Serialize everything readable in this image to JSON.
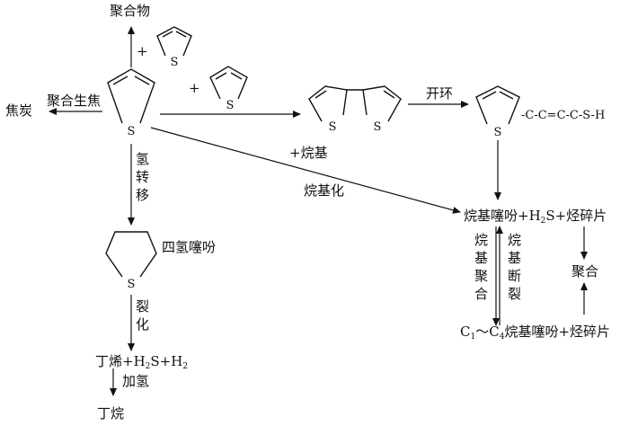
{
  "colors": {
    "ink": "#111111",
    "background": "#ffffff"
  },
  "atoms": {
    "sulfur": "S"
  },
  "labels": {
    "polymer_top": "聚合物",
    "plus_top": "+",
    "plus_mid": "+",
    "polymerize_coke": "聚合生焦",
    "coke": "焦炭",
    "ring_open": "开环",
    "chain_mid": "-C-C=C-C-S-H",
    "plus_alkyl": "+烷基",
    "alkylation": "烷基化",
    "h_transfer": [
      "氢",
      "转",
      "移"
    ],
    "thf_name": "四氢噻吩",
    "cracking": [
      "裂",
      "化"
    ],
    "product_main_a": "烷基噻吩+H",
    "product_main_sub": "2",
    "product_main_b": "S+烃碎片",
    "alkyl_poly": [
      "烷",
      "基",
      "聚",
      "合"
    ],
    "alkyl_break": [
      "烷",
      "基",
      "断",
      "裂"
    ],
    "polymerize": "聚合",
    "product_bottom_a": "C",
    "product_bottom_sub1": "1",
    "product_bottom_mid": "～C",
    "product_bottom_sub2": "4",
    "product_bottom_b": "烷基噻吩+烃碎片",
    "butene_a": "丁烯+H",
    "butene_sub1": "2",
    "butene_mid": "S+H",
    "butene_sub2": "2",
    "hydrogenation": "加氢",
    "butane": "丁烷"
  }
}
